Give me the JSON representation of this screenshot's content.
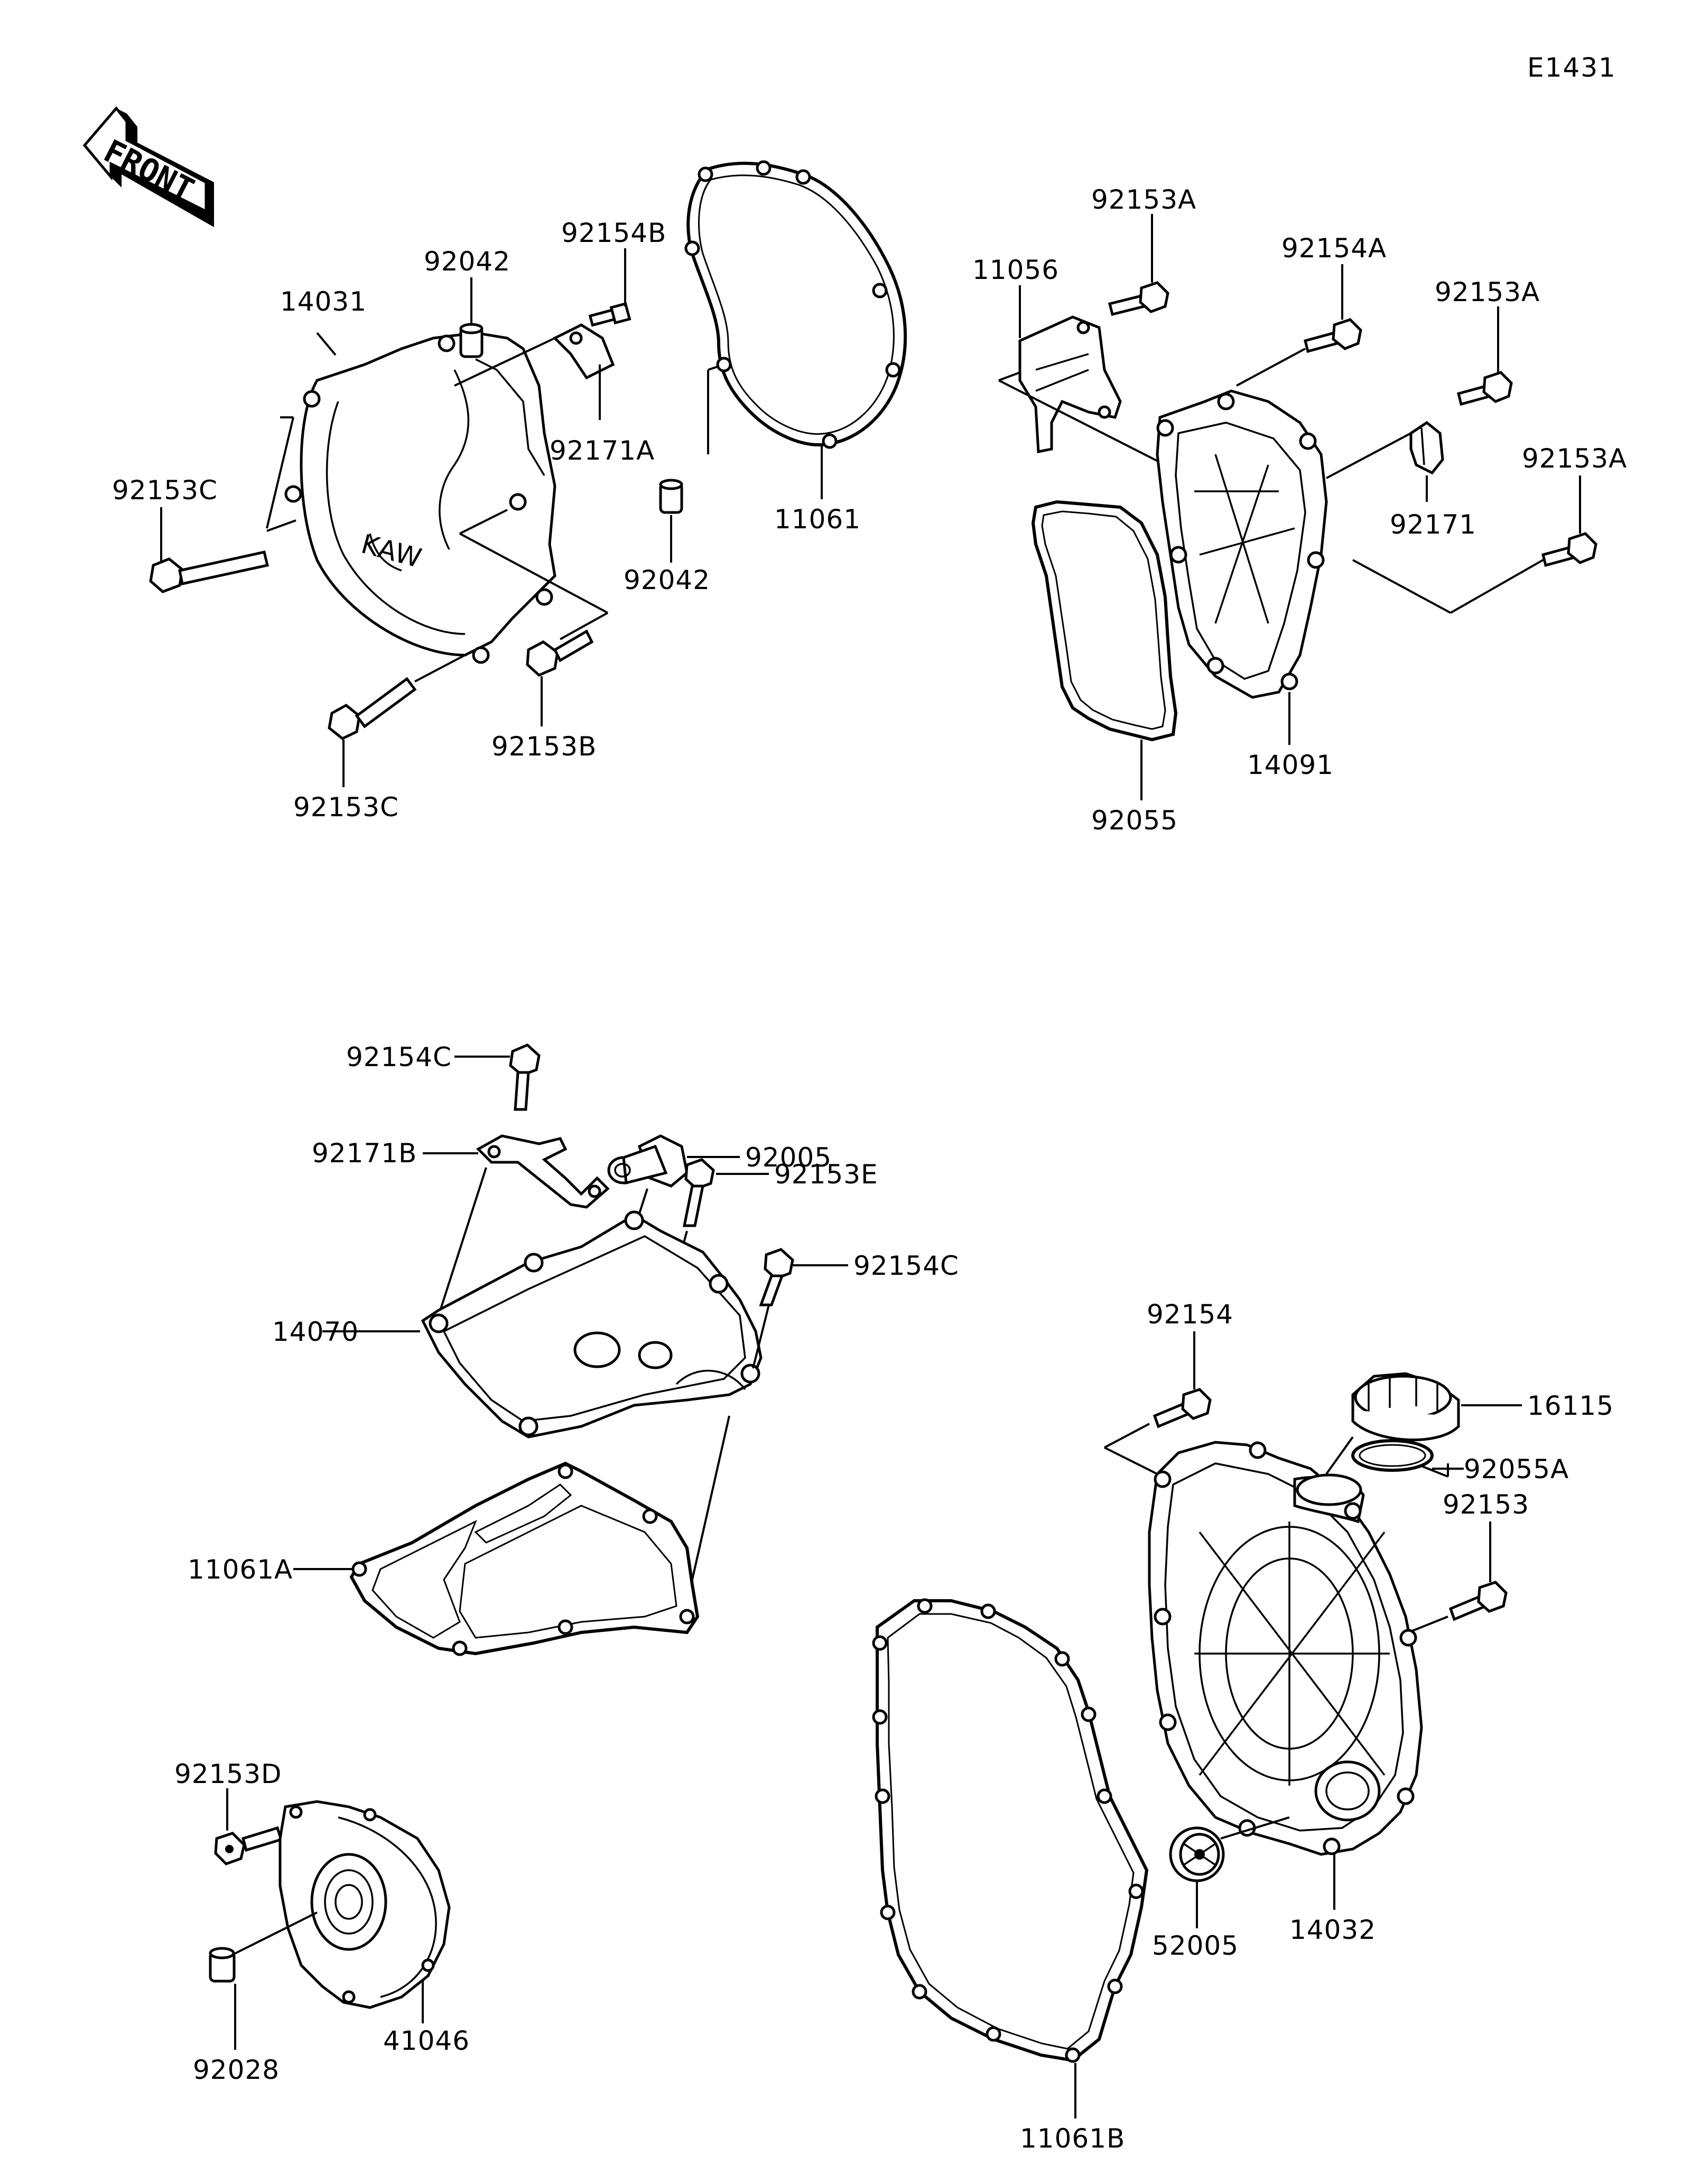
{
  "diagram_code": "E1431",
  "front_label": "FRONT",
  "labels": {
    "p14031": "14031",
    "p92042_top": "92042",
    "p92154B": "92154B",
    "p92171A": "92171A",
    "p92153C_left": "92153C",
    "p92153C_bottom": "92153C",
    "p92153B": "92153B",
    "p92042_mid": "92042",
    "p11061": "11061",
    "p11056": "11056",
    "p92153A_1": "92153A",
    "p92154A": "92154A",
    "p92153A_2": "92153A",
    "p92171": "92171",
    "p92153A_3": "92153A",
    "p14091": "14091",
    "p92055": "92055",
    "p92154C_top": "92154C",
    "p92171B": "92171B",
    "p92005": "92005",
    "p92153E": "92153E",
    "p92154C_right": "92154C",
    "p14070": "14070",
    "p11061A": "11061A",
    "p92154": "92154",
    "p16115": "16115",
    "p92055A": "92055A",
    "p92153": "92153",
    "p11061B": "11061B",
    "p52005": "52005",
    "p14032": "14032",
    "p92153D": "92153D",
    "p92028": "92028",
    "p41046": "41046"
  }
}
